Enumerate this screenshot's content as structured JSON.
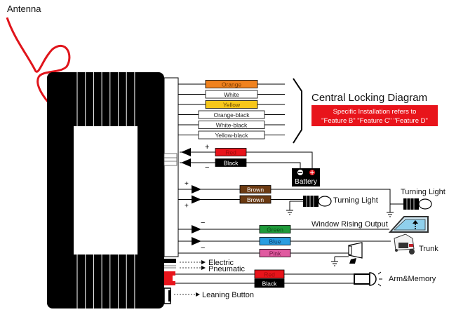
{
  "antenna": {
    "label": "Antenna"
  },
  "title": {
    "text": "Central Locking Diagram",
    "note_line1": "Specific Installation refers to",
    "note_line2": "\"Feature B\" \"Feature C\" \"Feature D\"",
    "note_bg": "#e8141b"
  },
  "central_locking_wires": [
    {
      "label": "Orange",
      "fill": "#f0821e",
      "text": "#7a3a00"
    },
    {
      "label": "White",
      "fill": "#ffffff",
      "text": "#222222"
    },
    {
      "label": "Yellow",
      "fill": "#f7c71b",
      "text": "#6b4a00"
    },
    {
      "label": "Orange-black",
      "fill": "#ffffff",
      "text": "#222222"
    },
    {
      "label": "White-black",
      "fill": "#ffffff",
      "text": "#222222"
    },
    {
      "label": "Yellow-black",
      "fill": "#ffffff",
      "text": "#222222"
    }
  ],
  "power_wires": [
    {
      "label": "Red",
      "fill": "#e8141b",
      "text": "#9a0a0a",
      "polarity": "+"
    },
    {
      "label": "Black",
      "fill": "#000000",
      "text": "#ffffff",
      "polarity": "−"
    }
  ],
  "battery": {
    "label": "Battery",
    "neg": "−",
    "pos": "+"
  },
  "turn_wires": [
    {
      "label": "Brown",
      "fill": "#6b3a12",
      "text": "#ffffff",
      "polarity": "+"
    },
    {
      "label": "Brown",
      "fill": "#6b3a12",
      "text": "#ffffff",
      "polarity": "+"
    }
  ],
  "turning_light_1": "Turning Light",
  "turning_light_2": "Turning Light",
  "output_wires": [
    {
      "label": "Green",
      "fill": "#1f9a3a",
      "text": "#0b4a17",
      "polarity": "−"
    },
    {
      "label": "Blue",
      "fill": "#2a9de0",
      "text": "#0b3a66",
      "polarity": "−"
    },
    {
      "label": "Pink",
      "fill": "#e05aa0",
      "text": "#6a1540",
      "polarity": ""
    }
  ],
  "window_rising_output": "Window Rising Output",
  "trunk": "Trunk",
  "electric": "Electric",
  "pneumatic": "Pneumatic",
  "led_wires": [
    {
      "label": "Red",
      "fill": "#e8141b",
      "text": "#9a0a0a"
    },
    {
      "label": "Black",
      "fill": "#000000",
      "text": "#ffffff"
    }
  ],
  "arm_memory": "Arm&Memory",
  "leaning_button": "Leaning Button"
}
